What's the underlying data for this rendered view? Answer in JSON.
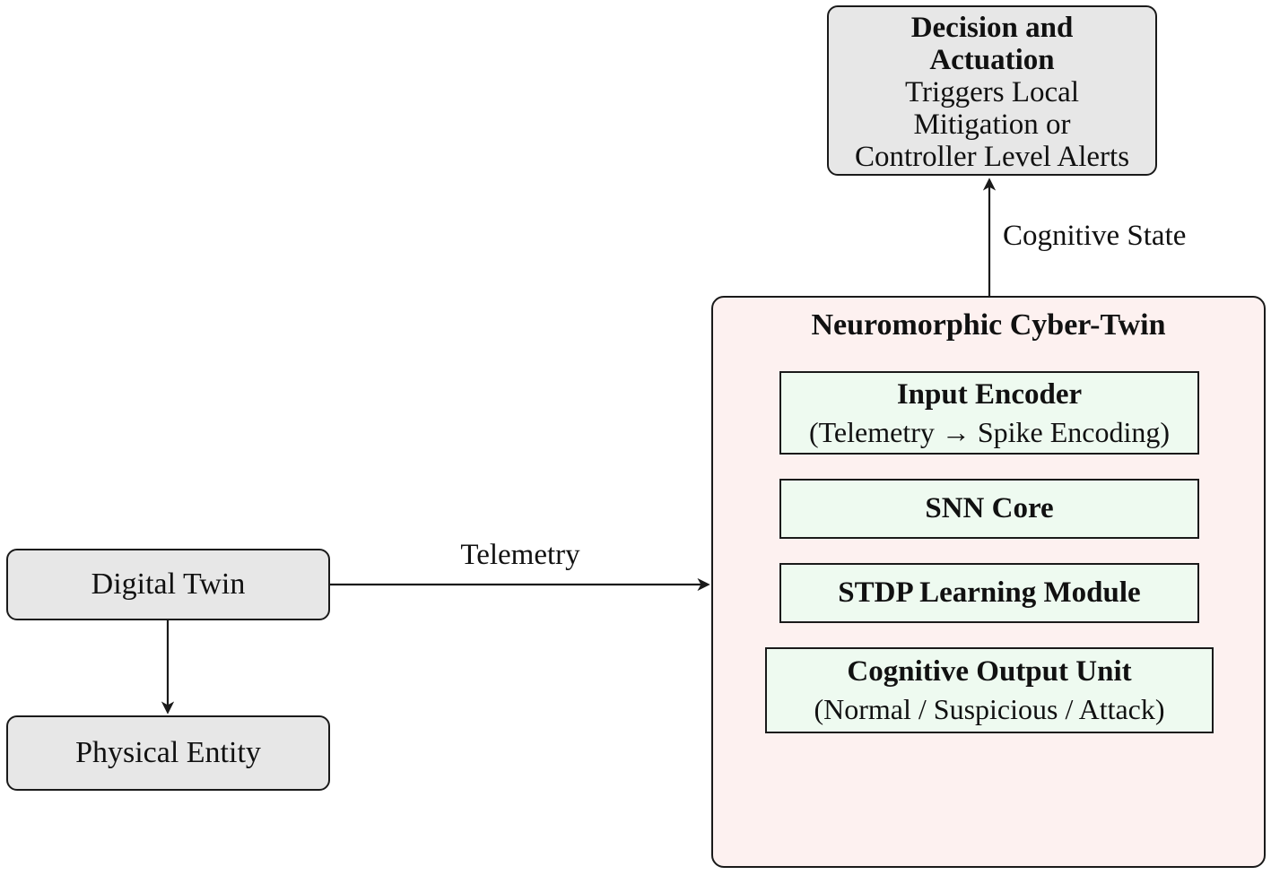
{
  "colors": {
    "background": "#ffffff",
    "box_gray": "#e7e7e7",
    "panel_pink": "#fdf1f0",
    "node_green": "#eefaf0",
    "line_black": "#1a1a1a"
  },
  "decision_box": {
    "title_lines": [
      "Decision and",
      "Actuation"
    ],
    "body_lines": [
      "Triggers Local",
      "Mitigation or",
      "Controller Level Alerts"
    ]
  },
  "edges": {
    "cognitive_state": "Cognitive State",
    "telemetry": "Telemetry"
  },
  "panel": {
    "title": "Neuromorphic Cyber-Twin",
    "nodes": [
      {
        "title": "Input Encoder",
        "subtitle": "(Telemetry → Spike Encoding)"
      },
      {
        "title": "SNN Core",
        "subtitle": ""
      },
      {
        "title": "STDP Learning Module",
        "subtitle": ""
      },
      {
        "title": "Cognitive Output Unit",
        "subtitle": "(Normal / Suspicious / Attack)"
      }
    ]
  },
  "left_nodes": {
    "digital_twin": "Digital Twin",
    "physical_entity": "Physical Entity"
  }
}
